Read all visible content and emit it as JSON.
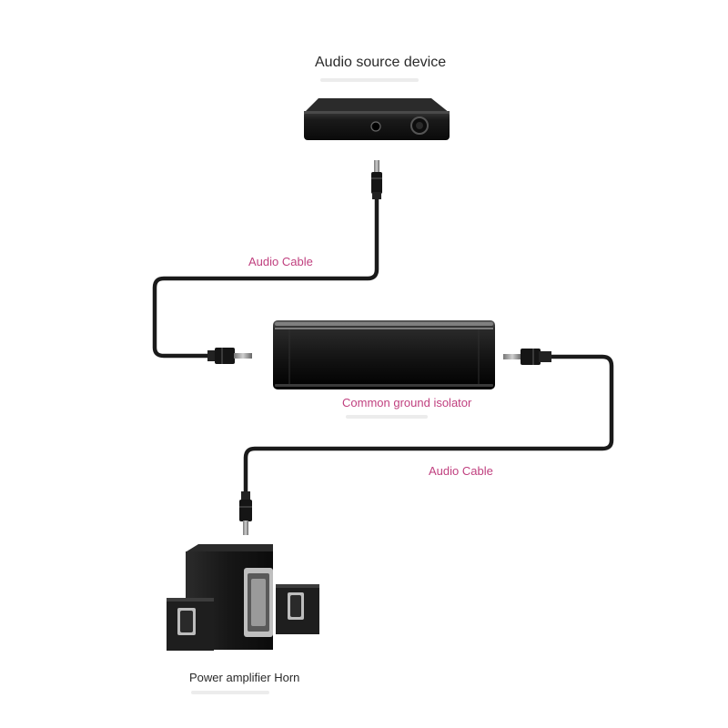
{
  "labels": {
    "source": "Audio source device",
    "cable_top": "Audio Cable",
    "isolator": "Common ground isolator",
    "cable_bottom": "Audio Cable",
    "speakers": "Power amplifier Horn"
  },
  "colors": {
    "cable_label": "#c0407f",
    "cable": "#1a1a1a",
    "device_body": "#1c1c1c",
    "text": "#2a2a2a"
  },
  "icons": {
    "source": "audio-source-box-icon",
    "isolator": "ground-loop-isolator-icon",
    "speakers": "speaker-system-icon",
    "plug": "3.5mm-jack-plug-icon"
  }
}
